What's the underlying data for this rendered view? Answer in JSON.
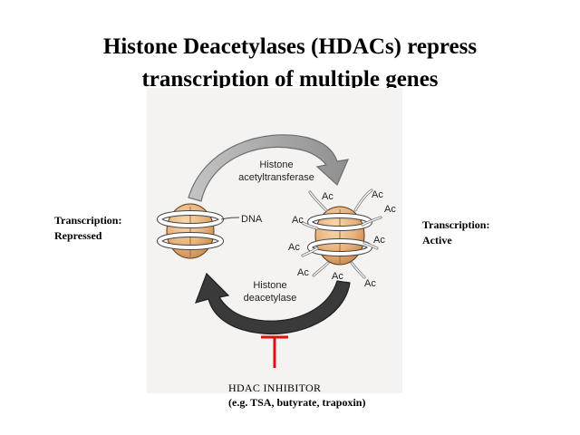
{
  "title": {
    "line1": "Histone Deacetylases (HDACs) repress",
    "line2": "transcription of multiple genes"
  },
  "left_state": {
    "line1": "Transcription:",
    "line2": "Repressed"
  },
  "right_state": {
    "line1": "Transcription:",
    "line2": "Active"
  },
  "figure": {
    "top_enzyme_line1": "Histone",
    "top_enzyme_line2": "acetyltransferase",
    "bottom_enzyme_line1": "Histone",
    "bottom_enzyme_line2": "deacetylase",
    "dna_label": "DNA",
    "acetyl_label": "Ac",
    "top_arrow_color": "#a9a9a9",
    "bottom_arrow_color": "#333333",
    "inhibition_color": "#e01010",
    "nucleosome_color": "#e8b27a"
  },
  "inhibitor": {
    "name": "HDAC INHIBITOR",
    "examples": "(e.g. TSA, butyrate, trapoxin)"
  }
}
